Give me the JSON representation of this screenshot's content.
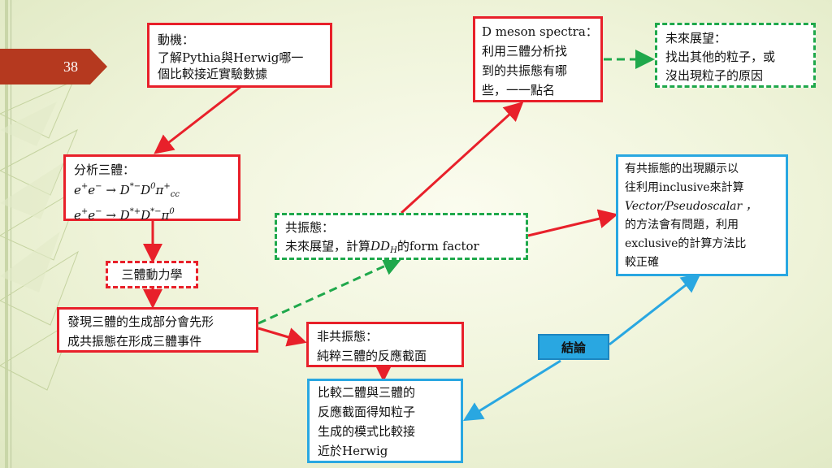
{
  "slide_number": "38",
  "boxes": {
    "motivation": {
      "l1": "動機：",
      "l2": "了解Pythia與Herwig哪一",
      "l3": "個比較接近實驗數據"
    },
    "analysis": {
      "l1": "分析三體：",
      "r1": {
        "e": "e",
        "plus": "+",
        "minus": "−",
        "arrow": " → ",
        "D": "D",
        "Dsup": "*−",
        "D2": "D",
        "D2sup": "0",
        "pi": "π",
        "pisup": "+",
        "sub": "cc"
      },
      "r2": {
        "e": "e",
        "plus": "+",
        "minus": "−",
        "arrow": " → ",
        "D": "D",
        "Dsup": "*+",
        "D2": "D",
        "D2sup": "*−",
        "pi": "π",
        "pisup": "0"
      }
    },
    "dynamics": {
      "l1": "三體動力學"
    },
    "discovery": {
      "l1": "發現三體的生成部分會先形",
      "l2": "成共振態在形成三體事件"
    },
    "resonance": {
      "l1": "共振態：",
      "l2a": "未來展望，計算",
      "dd": "DD",
      "ddsub": "H",
      "l2b": "的form factor"
    },
    "dmeson": {
      "l1": "D meson spectra：",
      "l2": "利用三體分析找",
      "l3": "到的共振態有哪",
      "l4": "些，一一點名"
    },
    "future": {
      "l1": "未來展望：",
      "l2": "找出其他的粒子，或",
      "l3": "沒出現粒子的原因"
    },
    "resonance_note": {
      "l1": "有共振態的出現顯示以",
      "l2": "往利用inclusive來計算",
      "l3": "Vector/Pseudoscalar ，",
      "l4": "的方法會有問題，利用",
      "l5": "exclusive的計算方法比",
      "l6": "較正確"
    },
    "nonresonance": {
      "l1": "非共振態：",
      "l2": "純粹三體的反應截面"
    },
    "compare": {
      "l1": "比較二體與三體的",
      "l2": "反應截面得知粒子",
      "l3": "生成的模式比較接",
      "l4": "近於Herwig"
    },
    "conclusion": {
      "l1": "結論"
    }
  },
  "colors": {
    "red": "#e8202a",
    "green": "#1fa84b",
    "blue": "#29a7e1",
    "slide_tab": "#b5391f"
  }
}
